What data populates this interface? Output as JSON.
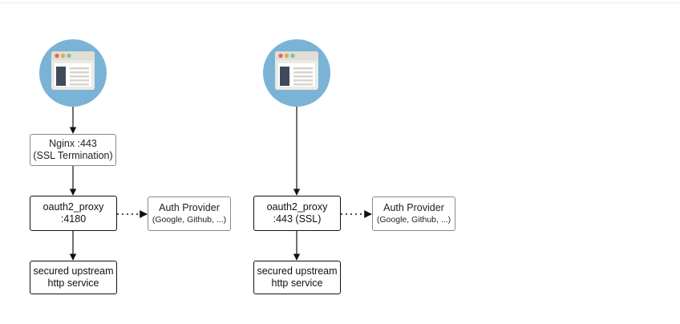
{
  "colors": {
    "circle": "#7ab3d6",
    "window_frame": "#eaeae4",
    "window_titlebar": "#e0ded5",
    "window_content": "#ffffff",
    "dot_red": "#e0645a",
    "dot_orange": "#eda357",
    "dot_green": "#7fc58f",
    "sidebar_block": "#3f4a5a",
    "text_lines": "#d6d4cc",
    "edge": "#111111"
  },
  "left": {
    "browser_icon": "browser-window-icon",
    "nginx": {
      "line1": "Nginx :443",
      "line2": "(SSL Termination)"
    },
    "proxy": {
      "line1": "oauth2_proxy",
      "line2": ":4180"
    },
    "auth": {
      "line1": "Auth Provider",
      "line2": "(Google, Github, ...)"
    },
    "upstream": {
      "line1": "secured upstream",
      "line2": "http service"
    }
  },
  "right": {
    "browser_icon": "browser-window-icon",
    "proxy": {
      "line1": "oauth2_proxy",
      "line2": ":443 (SSL)"
    },
    "auth": {
      "line1": "Auth Provider",
      "line2": "(Google, Github, ...)"
    },
    "upstream": {
      "line1": "secured upstream",
      "line2": "http service"
    }
  }
}
